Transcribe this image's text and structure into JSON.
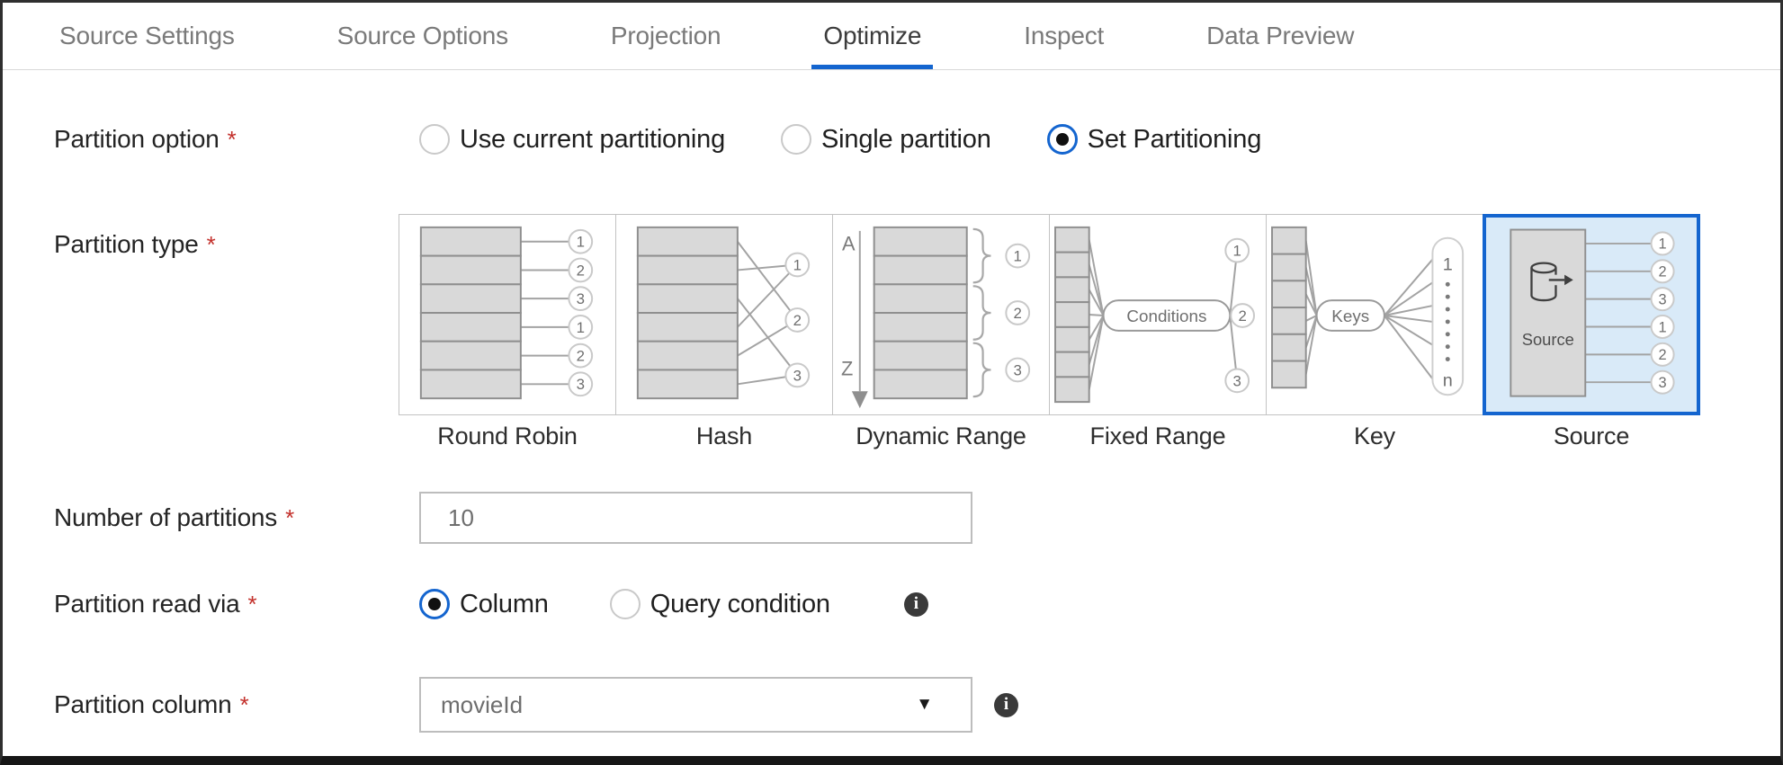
{
  "tabs": [
    {
      "label": "Source Settings",
      "active": false
    },
    {
      "label": "Source Options",
      "active": false
    },
    {
      "label": "Projection",
      "active": false
    },
    {
      "label": "Optimize",
      "active": true
    },
    {
      "label": "Inspect",
      "active": false
    },
    {
      "label": "Data Preview",
      "active": false
    }
  ],
  "colors": {
    "accent_blue": "#1465cf",
    "selected_card_bg": "#d9eaf8",
    "required_red": "#c3302b"
  },
  "icons": {
    "info": "i",
    "dropdown_arrow": "▼"
  },
  "partition_option": {
    "label": "Partition option",
    "required": "*",
    "options": [
      {
        "label": "Use current partitioning",
        "selected": false
      },
      {
        "label": "Single partition",
        "selected": false
      },
      {
        "label": "Set Partitioning",
        "selected": true
      }
    ]
  },
  "partition_type": {
    "label": "Partition type",
    "required": "*",
    "cards": [
      {
        "name": "Round Robin",
        "selected": false,
        "outputs": [
          "1",
          "2",
          "3",
          "1",
          "2",
          "3"
        ]
      },
      {
        "name": "Hash",
        "selected": false,
        "outputs": [
          "1",
          "2",
          "3"
        ]
      },
      {
        "name": "Dynamic Range",
        "selected": false,
        "sort_from": "A",
        "sort_to": "Z",
        "outputs": [
          "1",
          "2",
          "3"
        ]
      },
      {
        "name": "Fixed Range",
        "selected": false,
        "pill_label": "Conditions",
        "outputs": [
          "1",
          "2",
          "3"
        ]
      },
      {
        "name": "Key",
        "selected": false,
        "pill_label": "Keys",
        "output_first": "1",
        "output_last": "n"
      },
      {
        "name": "Source",
        "selected": true,
        "box_label": "Source",
        "outputs": [
          "1",
          "2",
          "3",
          "1",
          "2",
          "3"
        ]
      }
    ]
  },
  "number_of_partitions": {
    "label": "Number of partitions",
    "required": "*",
    "value": "10"
  },
  "partition_read_via": {
    "label": "Partition read via",
    "required": "*",
    "options": [
      {
        "label": "Column",
        "selected": true
      },
      {
        "label": "Query condition",
        "selected": false
      }
    ]
  },
  "partition_column": {
    "label": "Partition column",
    "required": "*",
    "value": "movieId"
  }
}
